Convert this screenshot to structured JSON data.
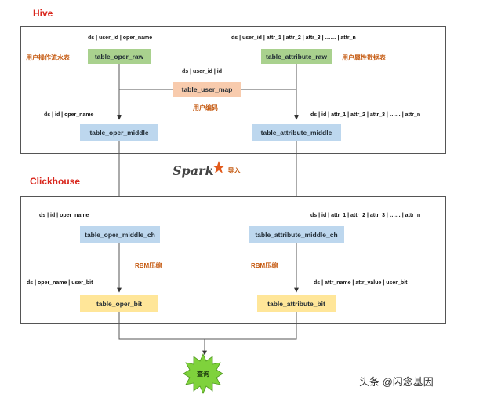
{
  "hive": {
    "title": "Hive",
    "table_oper_raw": "table_oper_raw",
    "table_attribute_raw": "table_attribute_raw",
    "table_user_map": "table_user_map",
    "table_oper_middle": "table_oper_middle",
    "table_attribute_middle": "table_attribute_middle",
    "schema_oper_raw": "ds | user_id | oper_name",
    "schema_attribute_raw": "ds | user_id | attr_1 | attr_2 | attr_3 | …… | attr_n",
    "schema_user_map": "ds | user_id | id",
    "schema_oper_middle": "ds | id | oper_name",
    "schema_attribute_middle": "ds | id | attr_1 | attr_2 | attr_3 | …… | attr_n",
    "note_oper_raw": "用户操作流水表",
    "note_attribute_raw": "用户属性数据表",
    "note_user_map": "用户编码"
  },
  "transfer": {
    "spark_logo": "Spark",
    "import_label": "导入"
  },
  "clickhouse": {
    "title": "Clickhouse",
    "table_oper_middle_ch": "table_oper_middle_ch",
    "table_attribute_middle_ch": "table_attribute_middle_ch",
    "table_oper_bit": "table_oper_bit",
    "table_attribute_bit": "table_attribute_bit",
    "schema_oper_middle_ch": "ds | id | oper_name",
    "schema_attribute_middle_ch": "ds | id | attr_1 | attr_2 | attr_3 | …… | attr_n",
    "schema_oper_bit": "ds | oper_name | user_bit",
    "schema_attribute_bit": "ds | attr_name | attr_value | user_bit",
    "note_rbm_left": "RBM压缩",
    "note_rbm_right": "RBM压缩"
  },
  "query": {
    "label": "查询"
  },
  "watermark": "头条 @闪念基因",
  "colors": {
    "title_red": "#d9261c",
    "note_orange": "#c55a11",
    "green": "#a9d18e",
    "peach": "#f8cbad",
    "blue": "#bdd7ee",
    "yellow": "#ffe699",
    "query_star": "#7fd23c"
  }
}
